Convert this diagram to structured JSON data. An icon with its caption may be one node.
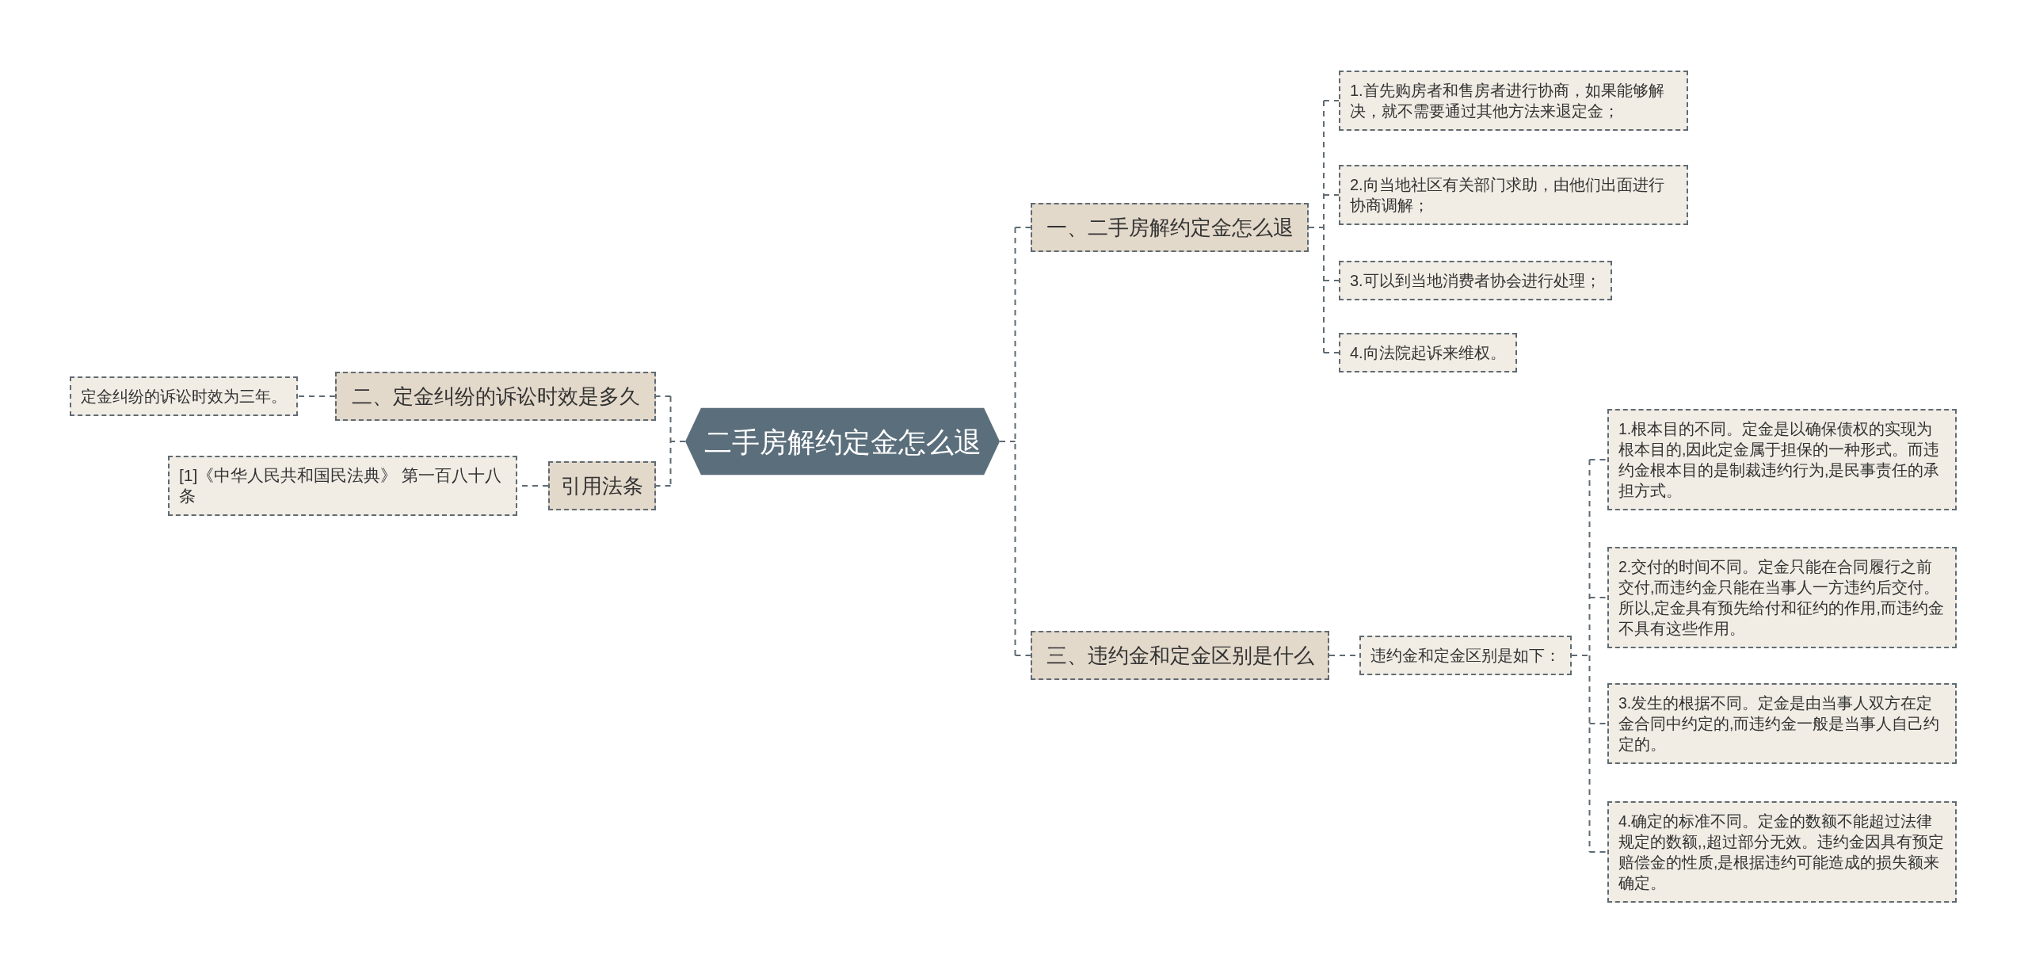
{
  "diagram": {
    "nodes": [
      {
        "text": [
          "二手房解约定金怎么退"
        ]
      },
      {
        "text": [
          "一、二手房解约定金怎么退"
        ]
      },
      {
        "text": [
          "1.首先购房者和售房者进行协商，如果能够解决，就不需要通过其他方法来退定金；"
        ]
      },
      {
        "text": [
          "2.向当地社区有关部门求助，由他们出面进行协商调解；"
        ]
      },
      {
        "text": [
          "3.可以到当地消费者协会进行处理；"
        ]
      },
      {
        "text": [
          "4.向法院起诉来维权。"
        ]
      },
      {
        "text": [
          "三、违约金和定金区别是什么"
        ]
      },
      {
        "text": [
          "违约金和定金区别是如下："
        ]
      },
      {
        "text": [
          "1.根本目的不同。定金是以确保债权的实现为根本目的,因此定金属于担保的一种形式。而违约金根本目的是制裁违约行为,是民事责任的承担方式。"
        ]
      },
      {
        "text": [
          "2.交付的时间不同。定金只能在合同履行之前交付,而违约金只能在当事人一方违约后交付。所以,定金具有预先给付和征约的作用,而违约金不具有这些作用。"
        ]
      },
      {
        "text": [
          "3.发生的根据不同。定金是由当事人双方在定金合同中约定的,而违约金一般是当事人自己约定的。"
        ]
      },
      {
        "text": [
          "4.确定的标准不同。定金的数额不能超过法律规定的数额,,超过部分无效。违约金因具有预定赔偿金的性质,是根据违约可能造成的损失额来确定。"
        ]
      },
      {
        "text": [
          "二、定金纠纷的诉讼时效是多久"
        ]
      },
      {
        "text": [
          "定金纠纷的诉讼时效为三年。"
        ]
      },
      {
        "text": [
          "引用法条"
        ]
      },
      {
        "text": [
          "[1]《中华人民共和国民法典》 第一百八十八条"
        ]
      }
    ],
    "edges": [
      {
        "from": 0,
        "to": 1,
        "arrow": "none"
      },
      {
        "from": 1,
        "to": 2,
        "arrow": "none"
      },
      {
        "from": 1,
        "to": 3,
        "arrow": "none"
      },
      {
        "from": 1,
        "to": 4,
        "arrow": "none"
      },
      {
        "from": 1,
        "to": 5,
        "arrow": "none"
      },
      {
        "from": 0,
        "to": 6,
        "arrow": "none"
      },
      {
        "from": 6,
        "to": 7,
        "arrow": "none"
      },
      {
        "from": 7,
        "to": 8,
        "arrow": "none"
      },
      {
        "from": 7,
        "to": 9,
        "arrow": "none"
      },
      {
        "from": 7,
        "to": 10,
        "arrow": "none"
      },
      {
        "from": 7,
        "to": 11,
        "arrow": "none"
      },
      {
        "from": 0,
        "to": 12,
        "arrow": "none"
      },
      {
        "from": 12,
        "to": 13,
        "arrow": "none"
      },
      {
        "from": 0,
        "to": 14,
        "arrow": "none"
      },
      {
        "from": 14,
        "to": 15,
        "arrow": "none"
      }
    ]
  }
}
